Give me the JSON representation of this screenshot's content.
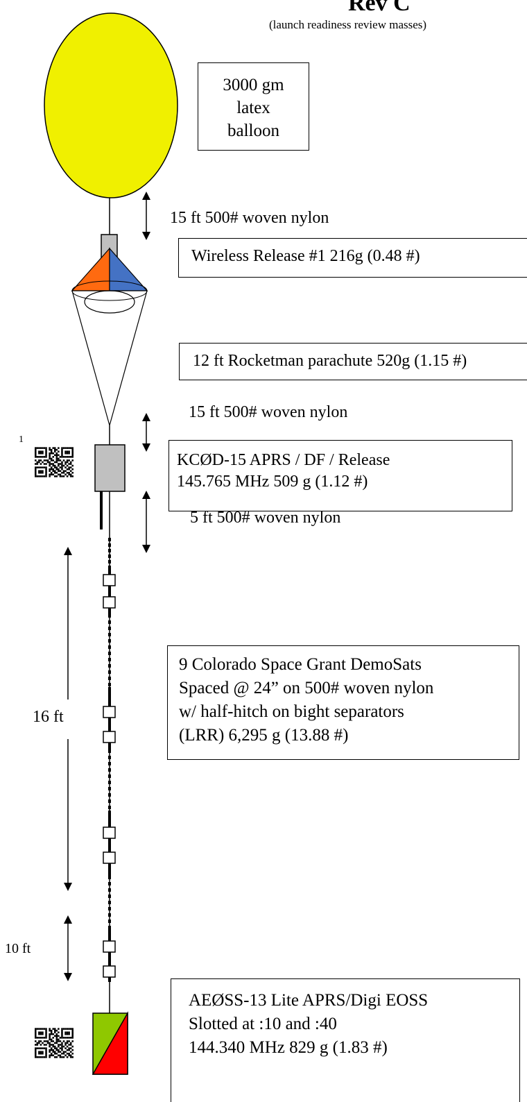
{
  "header": {
    "title": "Rev C",
    "subtitle": "(launch readiness review masses)"
  },
  "balloon": {
    "label_lines": [
      "3000 gm",
      "latex",
      "balloon"
    ],
    "color": "#f0f000"
  },
  "tethers": {
    "upper": "15 ft 500# woven nylon",
    "middle": "15 ft 500# woven nylon",
    "lower": "5 ft 500# woven nylon"
  },
  "release1": {
    "label": "Wireless Release #1 216g (0.48 #)",
    "color": "#c0c0c0"
  },
  "parachute": {
    "label": "12 ft Rocketman parachute 520g (1.15 #)",
    "color_left": "#ff6a10",
    "color_right": "#4472c4"
  },
  "kc0d": {
    "lines": [
      "KCØD-15 APRS / DF / Release",
      "145.765 MHz  509 g (1.12 #)"
    ],
    "footnote": "1",
    "color": "#c0c0c0"
  },
  "demosats": {
    "lines": [
      "9 Colorado Space Grant DemoSats",
      "Spaced @ 24” on 500# woven nylon",
      "w/ half-hitch on bight separators",
      "(LRR) 6,295 g (13.88 #)"
    ],
    "span_label": "16 ft"
  },
  "gap": {
    "label": "10 ft"
  },
  "aeoss": {
    "lines": [
      "AEØSS-13 Lite APRS/Digi EOSS",
      "Slotted at :10 and :40",
      "144.340 MHz   829 g (1.83 #)"
    ],
    "color_green": "#8fc800",
    "color_red": "#ff0000"
  }
}
